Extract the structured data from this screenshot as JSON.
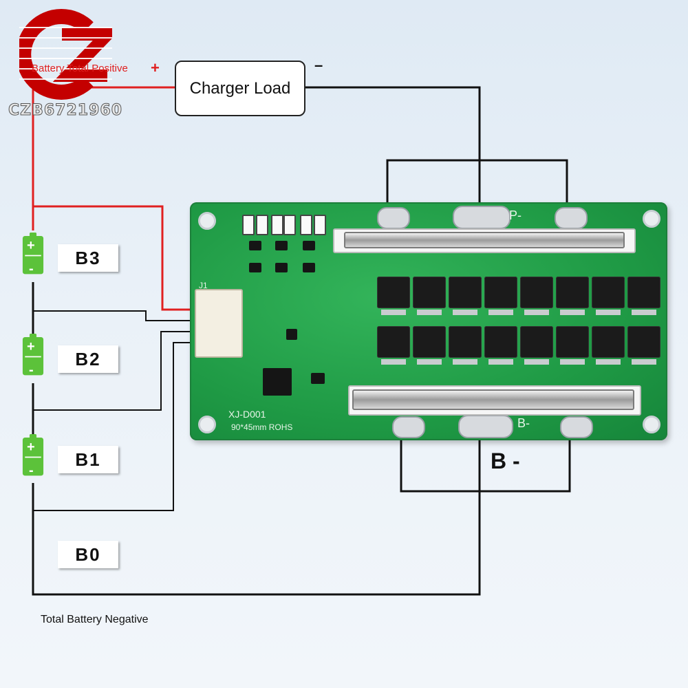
{
  "watermark": {
    "text": "CZB6721960",
    "color": "#c40000"
  },
  "labels": {
    "total_positive_prefix": "Battery Total ",
    "total_positive_word": "Positive",
    "plus_symbol": "+",
    "minus_symbol": "–",
    "charger_load": "Charger Load",
    "total_negative": "Total Battery Negative",
    "b_minus": "B -"
  },
  "cells": [
    {
      "name": "B3",
      "plus": "+",
      "minus": "-"
    },
    {
      "name": "B2",
      "plus": "+",
      "minus": "-"
    },
    {
      "name": "B1",
      "plus": "+",
      "minus": "-"
    }
  ],
  "b0_label": "B0",
  "board": {
    "model": "XJ-D001",
    "spec": "90*45mm  ROHS",
    "p_minus": "P-",
    "b_minus_silk": "B-",
    "j1": "J1"
  },
  "colors": {
    "wire_positive": "#e02020",
    "wire_negative": "#111111",
    "cell_green": "#5cc23a",
    "pcb_green": "#1f9a45"
  }
}
